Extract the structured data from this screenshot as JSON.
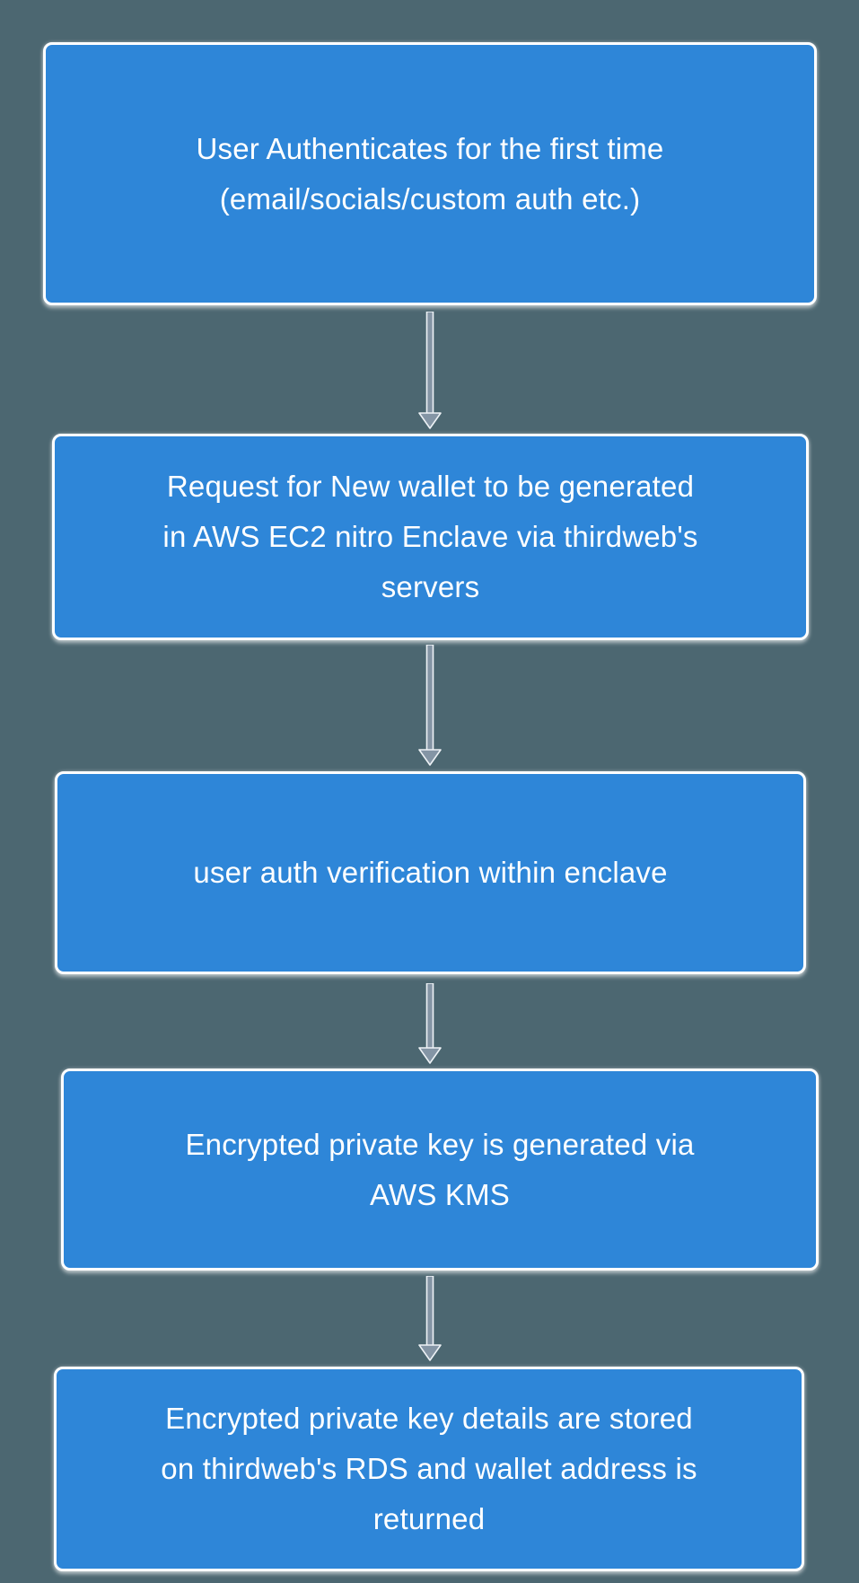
{
  "colors": {
    "background": "#4C6771",
    "box_fill": "#2E86D8",
    "box_border": "#FFFFFF",
    "box_text": "#FFFFFF",
    "arrow_fill": "#8495A5",
    "arrow_outline": "#EDF2F6"
  },
  "flowchart": {
    "boxes": [
      {
        "id": "step-1",
        "text": "User Authenticates for the first time\n(email/socials/custom auth etc.)"
      },
      {
        "id": "step-2",
        "text": "Request for New wallet to be generated\nin AWS EC2 nitro Enclave via thirdweb's\nservers"
      },
      {
        "id": "step-3",
        "text": "user auth verification within enclave"
      },
      {
        "id": "step-4",
        "text": "Encrypted private key is generated via\nAWS KMS"
      },
      {
        "id": "step-5",
        "text": "Encrypted private key details are stored\non thirdweb's RDS and wallet address is\nreturned"
      }
    ],
    "connectors": [
      {
        "from": "step-1",
        "to": "step-2",
        "icon": "arrow-down-icon"
      },
      {
        "from": "step-2",
        "to": "step-3",
        "icon": "arrow-down-icon"
      },
      {
        "from": "step-3",
        "to": "step-4",
        "icon": "arrow-down-icon"
      },
      {
        "from": "step-4",
        "to": "step-5",
        "icon": "arrow-down-icon"
      }
    ]
  }
}
